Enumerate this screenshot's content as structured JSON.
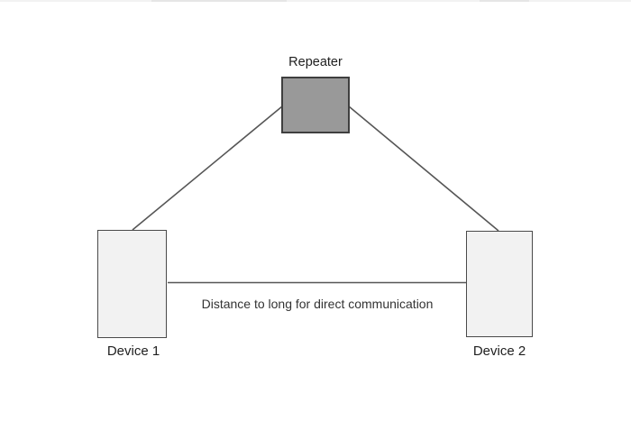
{
  "diagram": {
    "background": "#ffffff",
    "nodes": [
      {
        "id": "repeater",
        "label": "Repeater",
        "fill": "#999999",
        "border": "#3f3f3f"
      },
      {
        "id": "device1",
        "label": "Device 1",
        "fill": "#f2f2f2",
        "border": "#4a4a4a"
      },
      {
        "id": "device2",
        "label": "Device 2",
        "fill": "#f2f2f2",
        "border": "#4a4a4a"
      }
    ],
    "edges": [
      {
        "from": "device1",
        "to": "repeater",
        "label": ""
      },
      {
        "from": "repeater",
        "to": "device2",
        "label": ""
      },
      {
        "from": "device1",
        "to": "device2",
        "label": "Distance to long for direct communication"
      }
    ],
    "annotation": "Distance to long for direct communication",
    "colors": {
      "connector": "#565656",
      "text": "#1f1f1f",
      "repeater_fill": "#999999",
      "device_fill": "#f2f2f2"
    }
  }
}
